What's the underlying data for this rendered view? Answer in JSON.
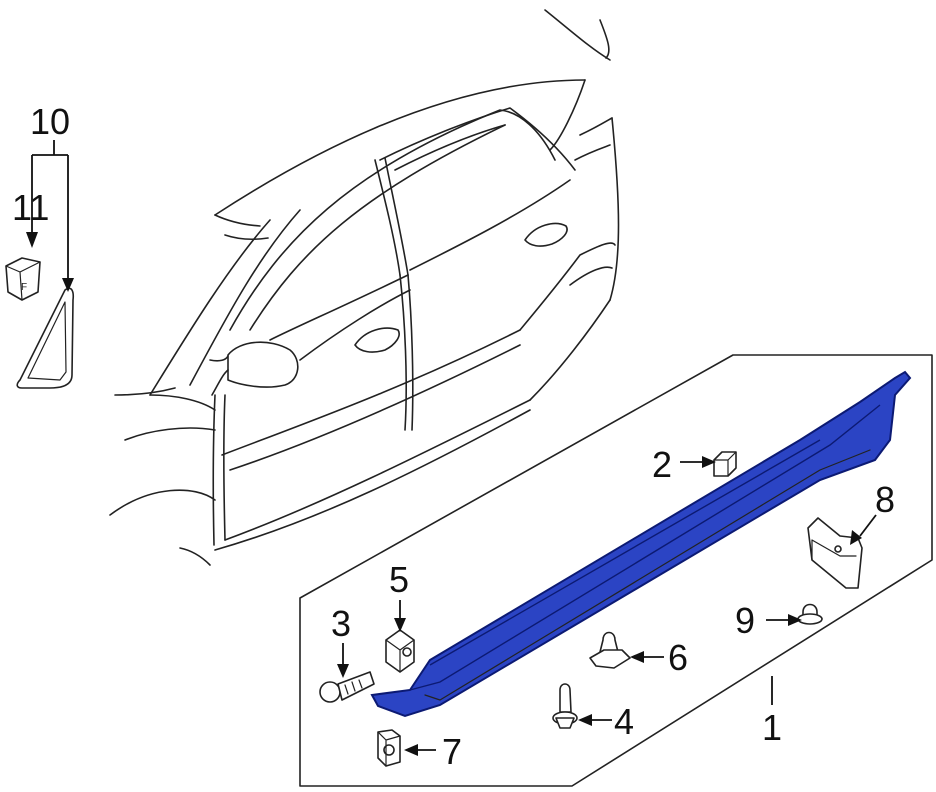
{
  "colors": {
    "highlight_part": "#2b44c4",
    "highlight_dark": "#0c1a73",
    "line": "#222222"
  },
  "callouts": {
    "c1": "1",
    "c2": "2",
    "c3": "3",
    "c4": "4",
    "c5": "5",
    "c6": "6",
    "c7": "7",
    "c8": "8",
    "c9": "9",
    "c10": "10",
    "c11": "11"
  }
}
